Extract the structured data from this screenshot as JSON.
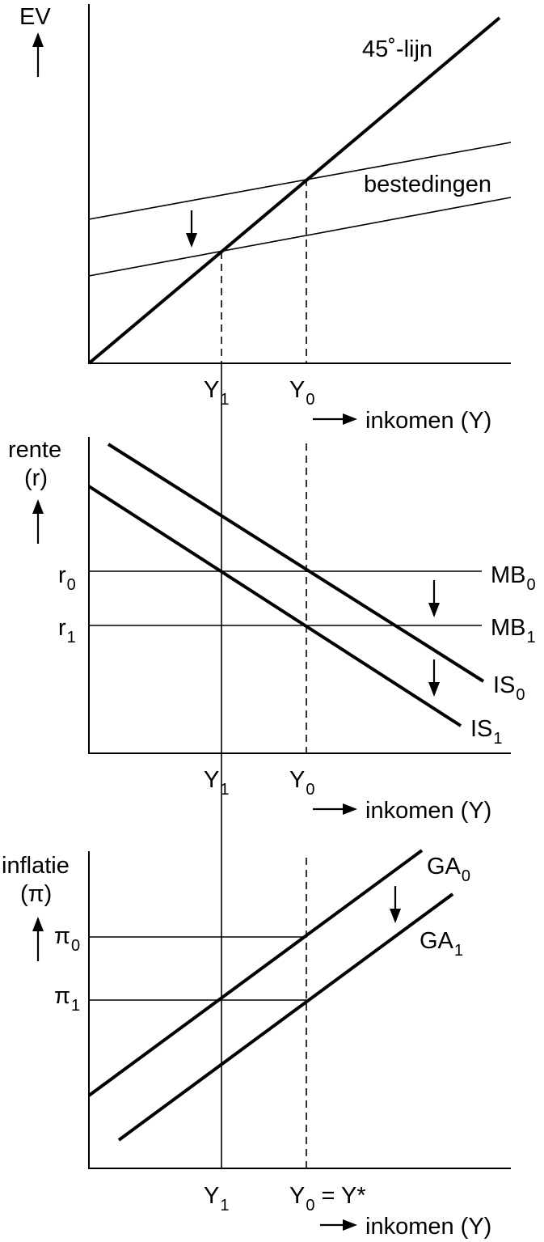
{
  "panels": {
    "top": {
      "y_label": "EV",
      "line_label": "45˚-lijn",
      "curve_label": "bestedingen",
      "tick_y1": "Y",
      "tick_y1_sub": "1",
      "tick_y0": "Y",
      "tick_y0_sub": "0",
      "x_label": "inkomen (Y)"
    },
    "middle": {
      "y_label_1": "rente",
      "y_label_2": "(r)",
      "r0": "r",
      "r0_sub": "0",
      "r1": "r",
      "r1_sub": "1",
      "mb0": "MB",
      "mb0_sub": "0",
      "mb1": "MB",
      "mb1_sub": "1",
      "is0": "IS",
      "is0_sub": "0",
      "is1": "IS",
      "is1_sub": "1",
      "tick_y1": "Y",
      "tick_y1_sub": "1",
      "tick_y0": "Y",
      "tick_y0_sub": "0",
      "x_label": "inkomen (Y)"
    },
    "bottom": {
      "y_label_1": "inflatie",
      "y_label_2": "(π)",
      "pi0": "π",
      "pi0_sub": "0",
      "pi1": "π",
      "pi1_sub": "1",
      "ga0": "GA",
      "ga0_sub": "0",
      "ga1": "GA",
      "ga1_sub": "1",
      "tick_y1": "Y",
      "tick_y1_sub": "1",
      "tick_y0": "Y",
      "tick_y0_sub": "0",
      "tick_y0_suffix": " = Y*",
      "x_label": "inkomen (Y)"
    }
  },
  "colors": {
    "ink": "#000000",
    "background": "#ffffff"
  }
}
